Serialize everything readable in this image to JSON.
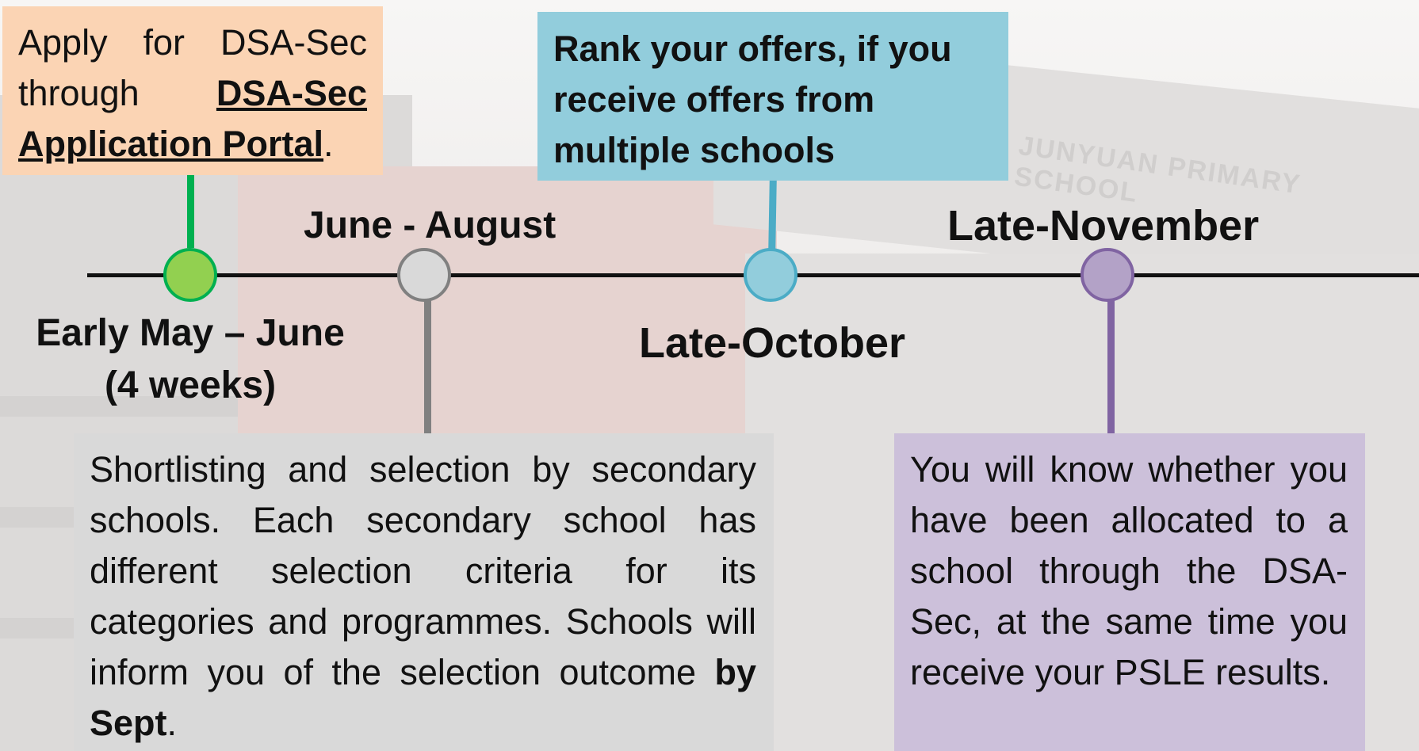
{
  "background": {
    "sign_text": "JUNYUAN PRIMARY SCHOOL"
  },
  "colors": {
    "green_box": "#fbd4b4",
    "green_node": "#92d050",
    "green_stem": "#00b050",
    "grey_box": "#d9d9d9",
    "grey_node": "#d9d9d9",
    "grey_stem": "#808080",
    "blue_box": "#92cddc",
    "blue_node": "#92cddc",
    "blue_stem": "#4bacc6",
    "purple_box": "#ccc0da",
    "purple_node": "#b3a2c7",
    "purple_stem": "#8064a2"
  },
  "stages": [
    {
      "date_line1": "Early May – June",
      "date_line2": "(4 weeks)",
      "box": {
        "text_before": "Apply for DSA-Sec through ",
        "link": "DSA-Sec Application Portal",
        "text_after": "."
      }
    },
    {
      "date": "June - August",
      "box": {
        "text_before": "Shortlisting and selection by secondary schools. Each secondary school has different selection criteria for its categories and programmes. Schools will inform you of the selection outcome ",
        "bold": "by Sept",
        "text_after": "."
      }
    },
    {
      "date": "Late-October",
      "box": {
        "text": "Rank your offers, if you receive offers from multiple schools"
      }
    },
    {
      "date": "Late-November",
      "box": {
        "text": "You will know whether you have been allocated to a school through the DSA-Sec, at the same time you receive your PSLE results."
      }
    }
  ]
}
